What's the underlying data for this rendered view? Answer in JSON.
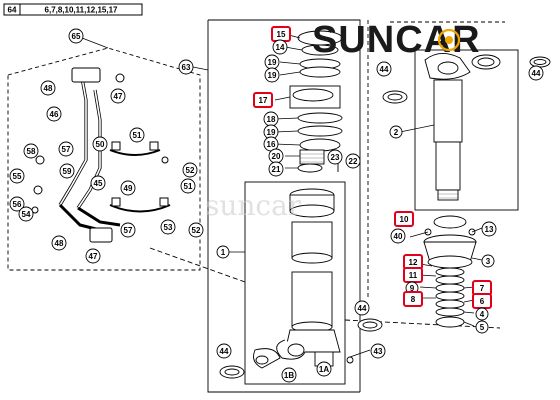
{
  "header": {
    "ref_number": "64",
    "ref_list": "6,7,8,10,11,12,15,17"
  },
  "logo": {
    "text": "SUNCAR",
    "color": "#1a1a1a",
    "accent": "#f0a500"
  },
  "watermark": {
    "text": "suncar"
  },
  "colors": {
    "highlight": "#e2001a",
    "line": "#000000"
  },
  "callouts": {
    "c65": "65",
    "c63": "63",
    "c47a": "47",
    "c48a": "48",
    "c46": "46",
    "c51": "51",
    "c50": "50",
    "c57a": "57",
    "c58": "58",
    "c52a": "52",
    "c55": "55",
    "c59": "59",
    "c56": "56",
    "c54": "54",
    "c45": "45",
    "c49": "49",
    "c51b": "51",
    "c53": "53",
    "c52b": "52",
    "c48b": "48",
    "c57b": "57",
    "c47b": "47",
    "c15": "15",
    "c14": "14",
    "c19a": "19",
    "c19b": "19",
    "c17": "17",
    "c18": "18",
    "c19c": "19",
    "c16": "16",
    "c20": "20",
    "c21": "21",
    "c23": "23",
    "c22": "22",
    "c1": "1",
    "c44a": "44",
    "c1b": "1B",
    "c1a": "1A",
    "c44b": "44",
    "c43": "43",
    "c44c": "44",
    "c2": "2",
    "c44d": "44",
    "c10": "10",
    "c40": "40",
    "c13": "13",
    "c3": "3",
    "c12": "12",
    "c11": "11",
    "c9": "9",
    "c8": "8",
    "c7": "7",
    "c6": "6",
    "c4": "4",
    "c5": "5"
  }
}
